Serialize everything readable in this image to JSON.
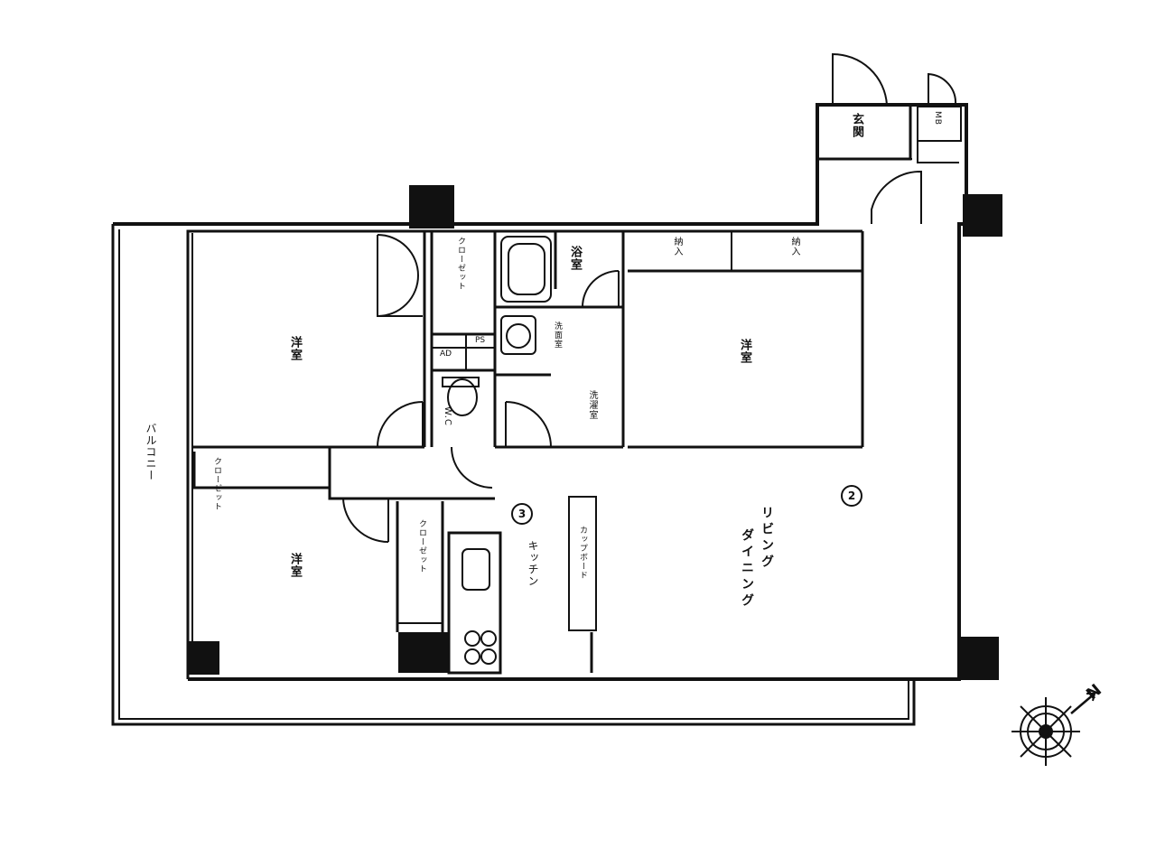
{
  "rooms": {
    "genkan": "玄関",
    "mb": "MB",
    "nando_1": "納入",
    "nando_2": "納入",
    "bathroom": "浴室",
    "washroom": "洗面室",
    "laundry": "洗濯室",
    "wc": "W.C",
    "ps": "PS",
    "ad": "AD",
    "closet_top": "クローゼット",
    "closet_mid": "クローゼット",
    "closet_bottom": "クローゼット",
    "western_room_1": "洋室",
    "western_room_2": "洋室",
    "western_room_3": "洋室",
    "living_1": "リビング",
    "living_2": "ダイニング",
    "kitchen": "キッチン",
    "cupboard": "カップボード",
    "balcony": "バルコニー"
  },
  "markers": {
    "view_2": "2",
    "view_3": "3"
  },
  "compass": {
    "north_label": "N"
  }
}
